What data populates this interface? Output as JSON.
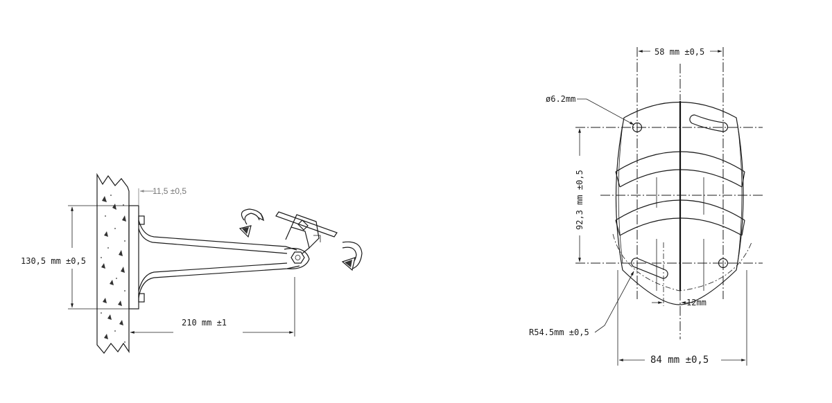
{
  "side_view": {
    "plate_thickness_label": "11,5  ±0,5",
    "height_label": "130,5 mm ±0,5",
    "reach_label": "210 mm ±1"
  },
  "front_view": {
    "hole_spacing_label": "58 mm ±0,5",
    "hole_diameter_label": "ø6.2mm",
    "vertical_spacing_label": "92,3 mm ±0,5",
    "slot_width_label": "12mm",
    "slot_radius_label": "R54.5mm ±0,5",
    "width_label": "84 mm ±0,5"
  },
  "colors": {
    "line": "#1a1a1a",
    "grey_dimension": "#888888",
    "background": "#ffffff"
  },
  "icons": [
    "rotation-arrow-icon",
    "arrowhead-icon"
  ]
}
